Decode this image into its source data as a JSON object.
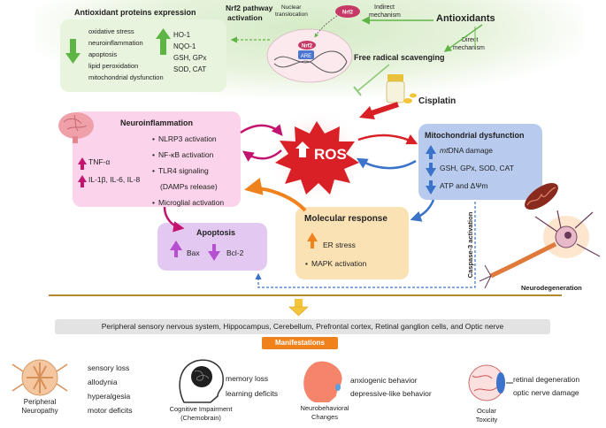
{
  "antioxidant_expression": {
    "title": "Antioxidant proteins expression",
    "decreased": [
      "oxidative stress",
      "neuroinflammation",
      "apoptosis",
      "lipid peroxidation",
      "mitochondrial dysfunction"
    ],
    "increased": [
      "HO-1",
      "NQO-1",
      "GSH, GPx",
      "SOD, CAT"
    ]
  },
  "nrf2": {
    "title_line1": "Nrf2 pathway",
    "title_line2": "activation",
    "nuclear_line1": "Nuclear",
    "nuclear_line2": "translocation",
    "nrf2_label": "Nrf2",
    "are_label": "ARE",
    "indirect_line1": "Indirect",
    "indirect_line2": "mechanism",
    "direct_line1": "Direct",
    "direct_line2": "mechanism"
  },
  "antioxidants": "Antioxidants",
  "free_radical": "Free radical scavenging",
  "cisplatin": "Cisplatin",
  "ros": "ROS",
  "neuroinflammation": {
    "title": "Neuroinflammation",
    "items": [
      "NLRP3 activation",
      "NF-κB activation",
      "TLR4 signaling",
      "(DAMPs release)",
      "Microglial activation"
    ],
    "up": [
      "TNF-α",
      "IL-1β, IL-6, IL-8"
    ]
  },
  "mitochondrial": {
    "title": "Mitochondrial dysfunction",
    "item1_prefix": "mt",
    "item1_suffix": "DNA damage",
    "items": [
      "GSH, GPx, SOD, CAT",
      "ATP and ΔΨm"
    ]
  },
  "molecular": {
    "title": "Molecular response",
    "items": [
      "ER stress",
      "MAPK activation"
    ]
  },
  "apoptosis": {
    "title": "Apoptosis",
    "up": "Bax",
    "down": "Bcl-2"
  },
  "caspase": "Caspase-3 activation",
  "neurodegeneration": "Neurodegeneration",
  "targets": "Peripheral sensory nervous system, Hippocampus, Cerebellum, Prefrontal cortex, Retinal ganglion cells, and Optic nerve",
  "manifestations": "Manifestations",
  "peripheral": {
    "name_line1": "Peripheral",
    "name_line2": "Neuropathy",
    "items": [
      "sensory loss",
      "allodynia",
      "hyperalgesia",
      "motor deficits"
    ]
  },
  "cognitive": {
    "name_line1": "Cognitive Impairment",
    "name_line2": "(Chemobrain)",
    "items": [
      "memory loss",
      "learning deficits"
    ]
  },
  "neurobehavioral": {
    "name_line1": "Neurobehavioral",
    "name_line2": "Changes",
    "items": [
      "anxiogenic behavior",
      "depressive-like behavior"
    ]
  },
  "ocular": {
    "name_line1": "Ocular",
    "name_line2": "Toxicity",
    "items": [
      "retinal degeneration",
      "optic nerve damage"
    ]
  },
  "colors": {
    "neuro_box": "#fbd3ea",
    "mito_box": "#b8cbef",
    "molecular_box": "#fbe2b5",
    "apoptosis_box": "#e3c9f1",
    "ros": "#d92027",
    "green": "#5fb446",
    "blue_arrow": "#3a73c9",
    "orange_arrow": "#f0821e",
    "magenta_arrow": "#c4126f"
  }
}
